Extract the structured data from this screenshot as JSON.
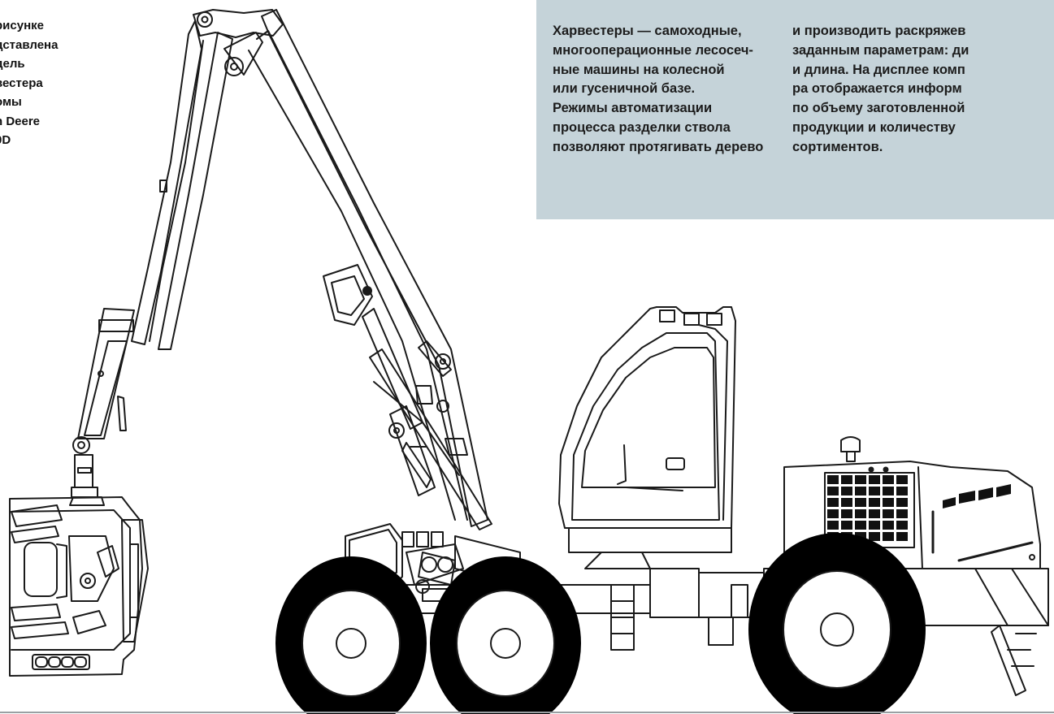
{
  "caption": {
    "lines": [
      "рисунке",
      "дставлена",
      "дель",
      "вестера",
      "омы",
      "n Deere",
      "0D"
    ]
  },
  "text_box": {
    "column1": [
      "Харвестеры — самоходные,",
      "многооперационные лесосеч-",
      "ные машины на колесной",
      "или гусеничной базе.",
      "Режимы автоматизации",
      "процесса разделки ствола",
      "позволяют протягивать дерево"
    ],
    "column2": [
      "и производить раскряжев",
      "заданным параметрам: ди",
      "и длина. На дисплее комп",
      "ра отображается информ",
      "по объему заготовленной",
      "продукции и количеству",
      "сортиментов."
    ],
    "background": "#c5d3d9"
  },
  "illustration": {
    "subject": "wheeled harvester line drawing",
    "stroke_color": "#1a1a1a",
    "tire_color": "#000000"
  }
}
